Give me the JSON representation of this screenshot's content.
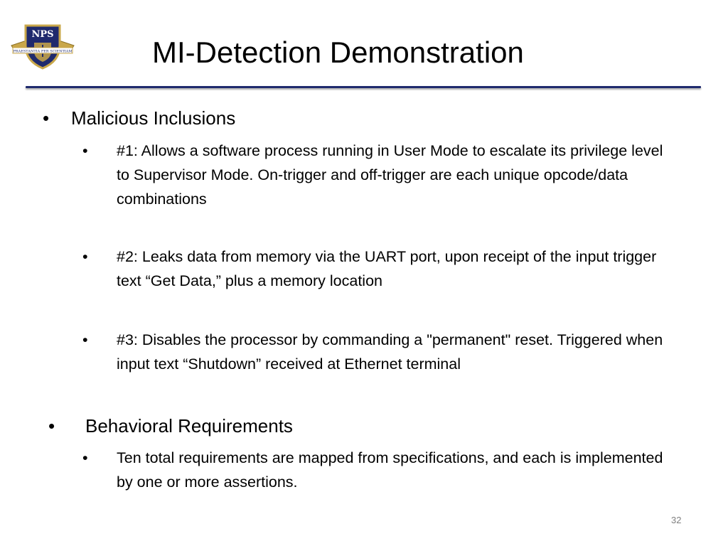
{
  "slide": {
    "title": "MI-Detection Demonstration",
    "logo_text": "NPS",
    "logo_motto": "PRAESTANTIA PER SCIENTIAM",
    "bullet_glyph": "•",
    "sections": [
      {
        "heading": "Malicious Inclusions",
        "items": [
          "#1: Allows a software process running in User Mode to escalate its privilege level to Supervisor Mode. On-trigger and off-trigger are each unique opcode/data combinations",
          "#2: Leaks data from memory via the UART port, upon receipt of the input trigger text “Get Data,” plus a memory location",
          "#3: Disables the processor by commanding a \"permanent\" reset. Triggered when input text “Shutdown” received at Ethernet terminal"
        ]
      },
      {
        "heading": "Behavioral Requirements",
        "items": [
          "Ten total requirements are mapped from specifications, and each is implemented by one or more assertions."
        ]
      }
    ],
    "slide_number": "32"
  },
  "colors": {
    "rule": "#1f2a6d",
    "logo_navy": "#1f2a6d",
    "logo_gold": "#c9a74a",
    "slide_number": "#7f7f7f"
  }
}
